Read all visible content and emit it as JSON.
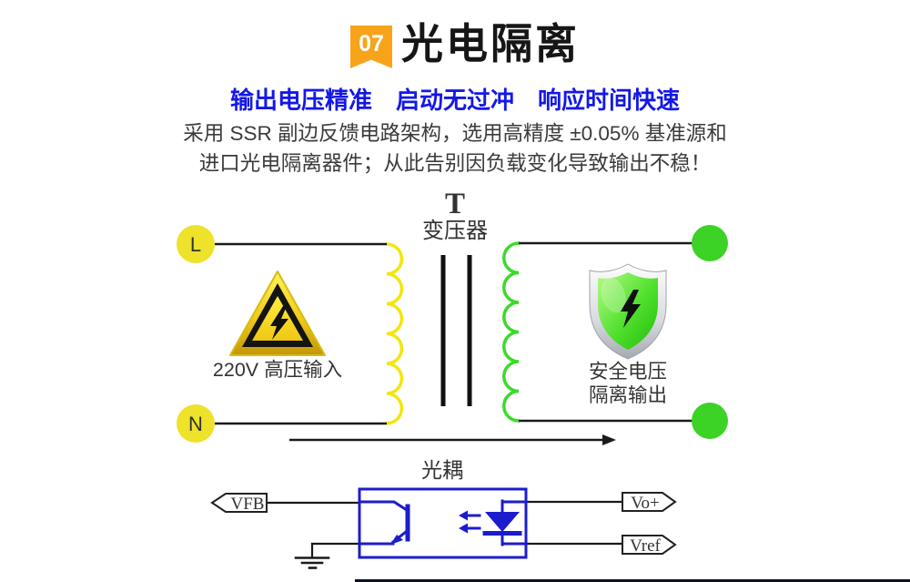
{
  "header": {
    "badge_number": "07",
    "title": "光电隔离",
    "subtitle": "输出电压精准　启动无过冲　响应时间快速",
    "description_line1": "采用 SSR 副边反馈电路架构，选用高精度 ±0.05% 基准源和",
    "description_line2": "进口光电隔离器件；从此告别因负载变化导致输出不稳！"
  },
  "diagram": {
    "transformer_symbol": "T",
    "transformer_label": "变压器",
    "terminal_live": "L",
    "terminal_neutral": "N",
    "input_label": "220V 高压输入",
    "output_label_line1": "安全电压",
    "output_label_line2": "隔离输出",
    "optocoupler_label": "光耦",
    "pin_vfb": "VFB",
    "pin_vo": "Vo+",
    "pin_vref": "Vref"
  },
  "colors": {
    "accent_orange": "#F8A41B",
    "subtitle_blue": "#1418E6",
    "wire_yellow": "#F2E60E",
    "wire_green": "#3BDA2B",
    "terminal_yellow": "#EEE22A",
    "terminal_green": "#3CD226",
    "circuit_blue": "#1C1CCE",
    "wire_black": "#1a1a1a"
  }
}
